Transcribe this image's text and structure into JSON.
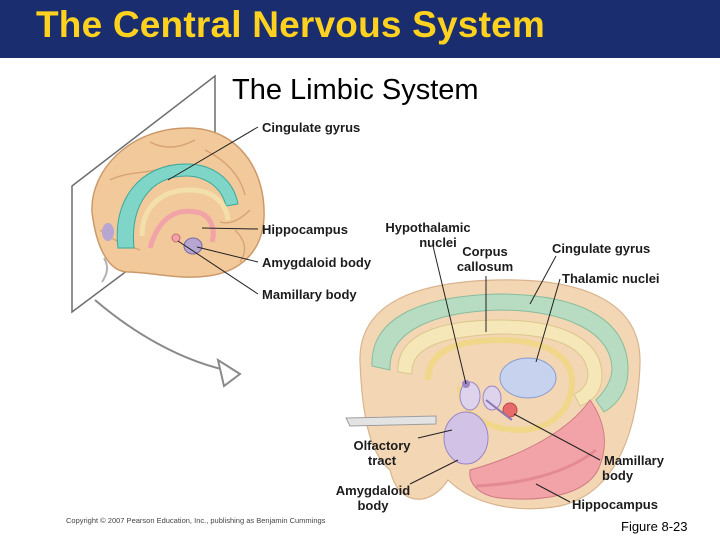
{
  "title": "The Central Nervous System",
  "subtitle": "The Limbic System",
  "labels": {
    "cingulate_gyrus_top": "Cingulate gyrus",
    "hippocampus_top": "Hippocampus",
    "amygdaloid_body_top": "Amygdaloid body",
    "mamillary_body_top": "Mamillary body",
    "hypothalamic_nuclei_1": "Hypothalamic",
    "hypothalamic_nuclei_2": "nuclei",
    "corpus_callosum_1": "Corpus",
    "corpus_callosum_2": "callosum",
    "cingulate_gyrus_right": "Cingulate gyrus",
    "thalamic_nuclei": "Thalamic nuclei",
    "olfactory_tract_1": "Olfactory",
    "olfactory_tract_2": "tract",
    "amygdaloid_body_bottom_1": "Amygdaloid",
    "amygdaloid_body_bottom_2": "body",
    "mamillary_body_bottom_1": "Mamillary",
    "mamillary_body_bottom_2": "body",
    "hippocampus_bottom": "Hippocampus"
  },
  "copyright": "Copyright © 2007 Pearson Education, Inc., publishing as Benjamin Cummings",
  "figure_number": "Figure 8-23",
  "colors": {
    "title_bar": "#1a2d6e",
    "title_text": "#ffd21f",
    "brain_tan": "#f2c99a",
    "cingulate_teal": "#7fd6c8",
    "hippocampus_pink": "#f2a3a8",
    "amygdala_purple": "#b7a5d2",
    "corpus_callosum_cream": "#f6e7b9",
    "outer_green": "#b7dcc2"
  }
}
